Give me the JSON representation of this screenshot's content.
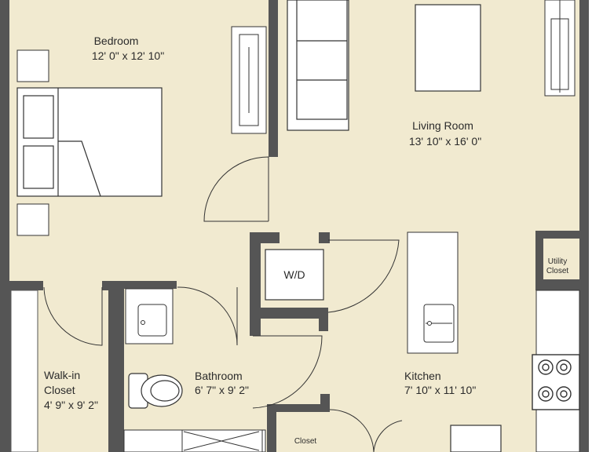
{
  "rooms": {
    "bedroom": {
      "name": "Bedroom",
      "dims": "12' 0\" x 12' 10\""
    },
    "living_room": {
      "name": "Living Room",
      "dims": "13' 10\" x 16' 0\""
    },
    "walk_in_closet": {
      "name_line1": "Walk-in",
      "name_line2": "Closet",
      "dims": "4' 9\" x 9' 2\""
    },
    "bathroom": {
      "name": "Bathroom",
      "dims": "6' 7\" x 9' 2\""
    },
    "kitchen": {
      "name": "Kitchen",
      "dims": "7' 10\" x 11' 10\""
    },
    "utility_closet": {
      "name_line1": "Utility",
      "name_line2": "Closet"
    },
    "closet": {
      "name": "Closet"
    }
  },
  "fixtures": {
    "washer_dryer": "W/D"
  },
  "colors": {
    "floor": "#f1ead0",
    "wall": "#555555",
    "furniture_fill": "#ffffff",
    "line": "#333333"
  }
}
